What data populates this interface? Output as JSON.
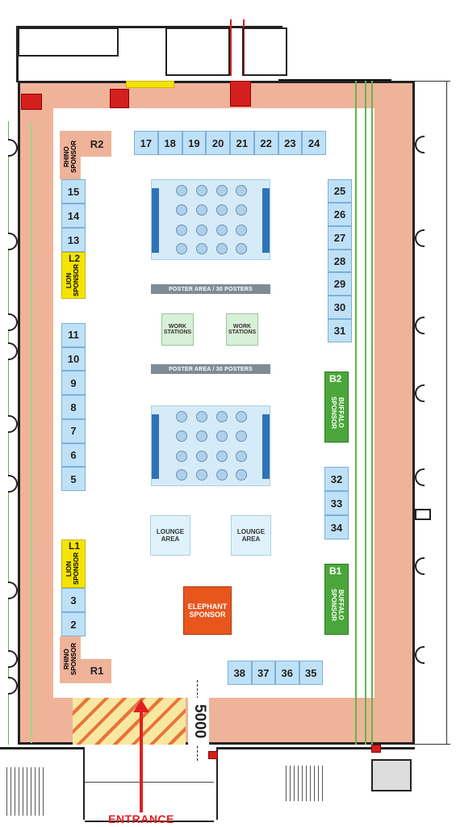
{
  "booths": {
    "top": [
      "17",
      "18",
      "19",
      "20",
      "21",
      "22",
      "23",
      "24"
    ],
    "left_upper": [
      "15",
      "14",
      "13"
    ],
    "left_middle": [
      "11",
      "10",
      "9",
      "8",
      "7",
      "6",
      "5"
    ],
    "left_lower": [
      "3",
      "2"
    ],
    "right_upper": [
      "25",
      "26",
      "27",
      "28",
      "29",
      "30",
      "31"
    ],
    "right_middle": [
      "32",
      "33",
      "34"
    ],
    "bottom": [
      "38",
      "37",
      "36",
      "35"
    ]
  },
  "sponsors": {
    "rhino_top": {
      "code": "R2",
      "label": "RHINO SPONSOR"
    },
    "rhino_bottom": {
      "code": "R1",
      "label": "RHINO SPONSOR"
    },
    "lion_top": {
      "code": "L2",
      "label": "LION SPONSOR"
    },
    "lion_bottom": {
      "code": "L1",
      "label": "LION SPONSOR"
    },
    "buffalo_top": {
      "code": "B2",
      "label": "BUFFALO SPONSOR"
    },
    "buffalo_bottom": {
      "code": "B1",
      "label": "BUFFALO SPONSOR"
    },
    "elephant": {
      "label": "ELEPHANT SPONSOR"
    }
  },
  "areas": {
    "poster_top": "POSTER AREA / 30 POSTERS",
    "poster_bottom": "POSTER AREA / 30 POSTERS",
    "work_left": "WORK STATIONS",
    "work_right": "WORK STATIONS",
    "lounge_left": "LOUNGE AREA",
    "lounge_right": "LOUNGE AREA"
  },
  "dimension": "5000",
  "entrance": "ENTRANCE",
  "colors": {
    "corridor": "#efb39a",
    "booth": "#bfe1f7",
    "lion": "#f5e400",
    "buffalo": "#4aa63a",
    "elephant": "#e8561e",
    "entrance_arrow": "#e02020"
  }
}
